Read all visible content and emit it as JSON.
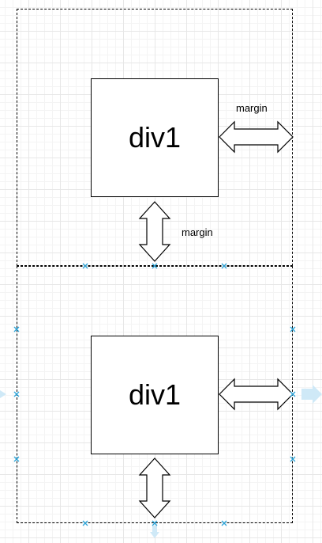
{
  "diagram": {
    "top_box_label": "div1",
    "bottom_box_label": "div1",
    "margin_right_label": "margin",
    "margin_bottom_label": "margin"
  },
  "colors": {
    "stroke": "#000000",
    "selection_handle": "#29a3d8",
    "selection_arrow": "#cfe9f7",
    "grid": "#e7e7e7"
  },
  "icons": {
    "horizontal_arrow": "double-headed-arrow-horizontal",
    "vertical_arrow": "double-headed-arrow-vertical",
    "handle": "x-mark"
  }
}
